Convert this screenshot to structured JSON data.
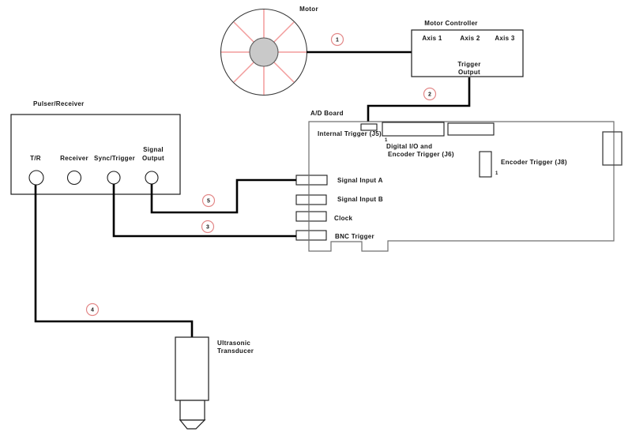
{
  "diagram": {
    "motor": {
      "label": "Motor"
    },
    "motor_controller": {
      "label": "Motor Controller",
      "axes": [
        "Axis 1",
        "Axis 2",
        "Axis 3"
      ],
      "trigger_output": [
        "Trigger",
        "Output"
      ]
    },
    "ad_board": {
      "label": "A/D Board",
      "internal_trigger_label": "Internal Trigger (J5)",
      "digital_io_pin1": "1",
      "digital_io_label": [
        "Digital I/O and",
        "Encoder Trigger (J6)"
      ],
      "encoder_trigger_label": "Encoder Trigger (J8)",
      "encoder_trigger_pin1": "1",
      "signal_input_a_label": "Signal Input A",
      "signal_input_b_label": "Signal Input B",
      "clock_label": "Clock",
      "bnc_trigger_label": "BNC Trigger"
    },
    "pulser_receiver": {
      "label": "Pulser/Receiver",
      "tr_label": "T/R",
      "receiver_label": "Receiver",
      "sync_trigger_label": "Sync/Trigger",
      "signal_output_label": [
        "Signal",
        "Output"
      ]
    },
    "transducer": {
      "label": [
        "Ultrasonic",
        "Transducer"
      ]
    },
    "connection_markers": {
      "m1": "1",
      "m2": "2",
      "m3": "3",
      "m4": "4",
      "m5": "5"
    },
    "colors": {
      "wire": "#000000",
      "marker_stroke": "#e38888",
      "spoke": "#f29b9b",
      "hub_fill": "#c9c9c9",
      "board_stroke": "#6f6f6f",
      "outline": "#1c1c1c"
    }
  }
}
